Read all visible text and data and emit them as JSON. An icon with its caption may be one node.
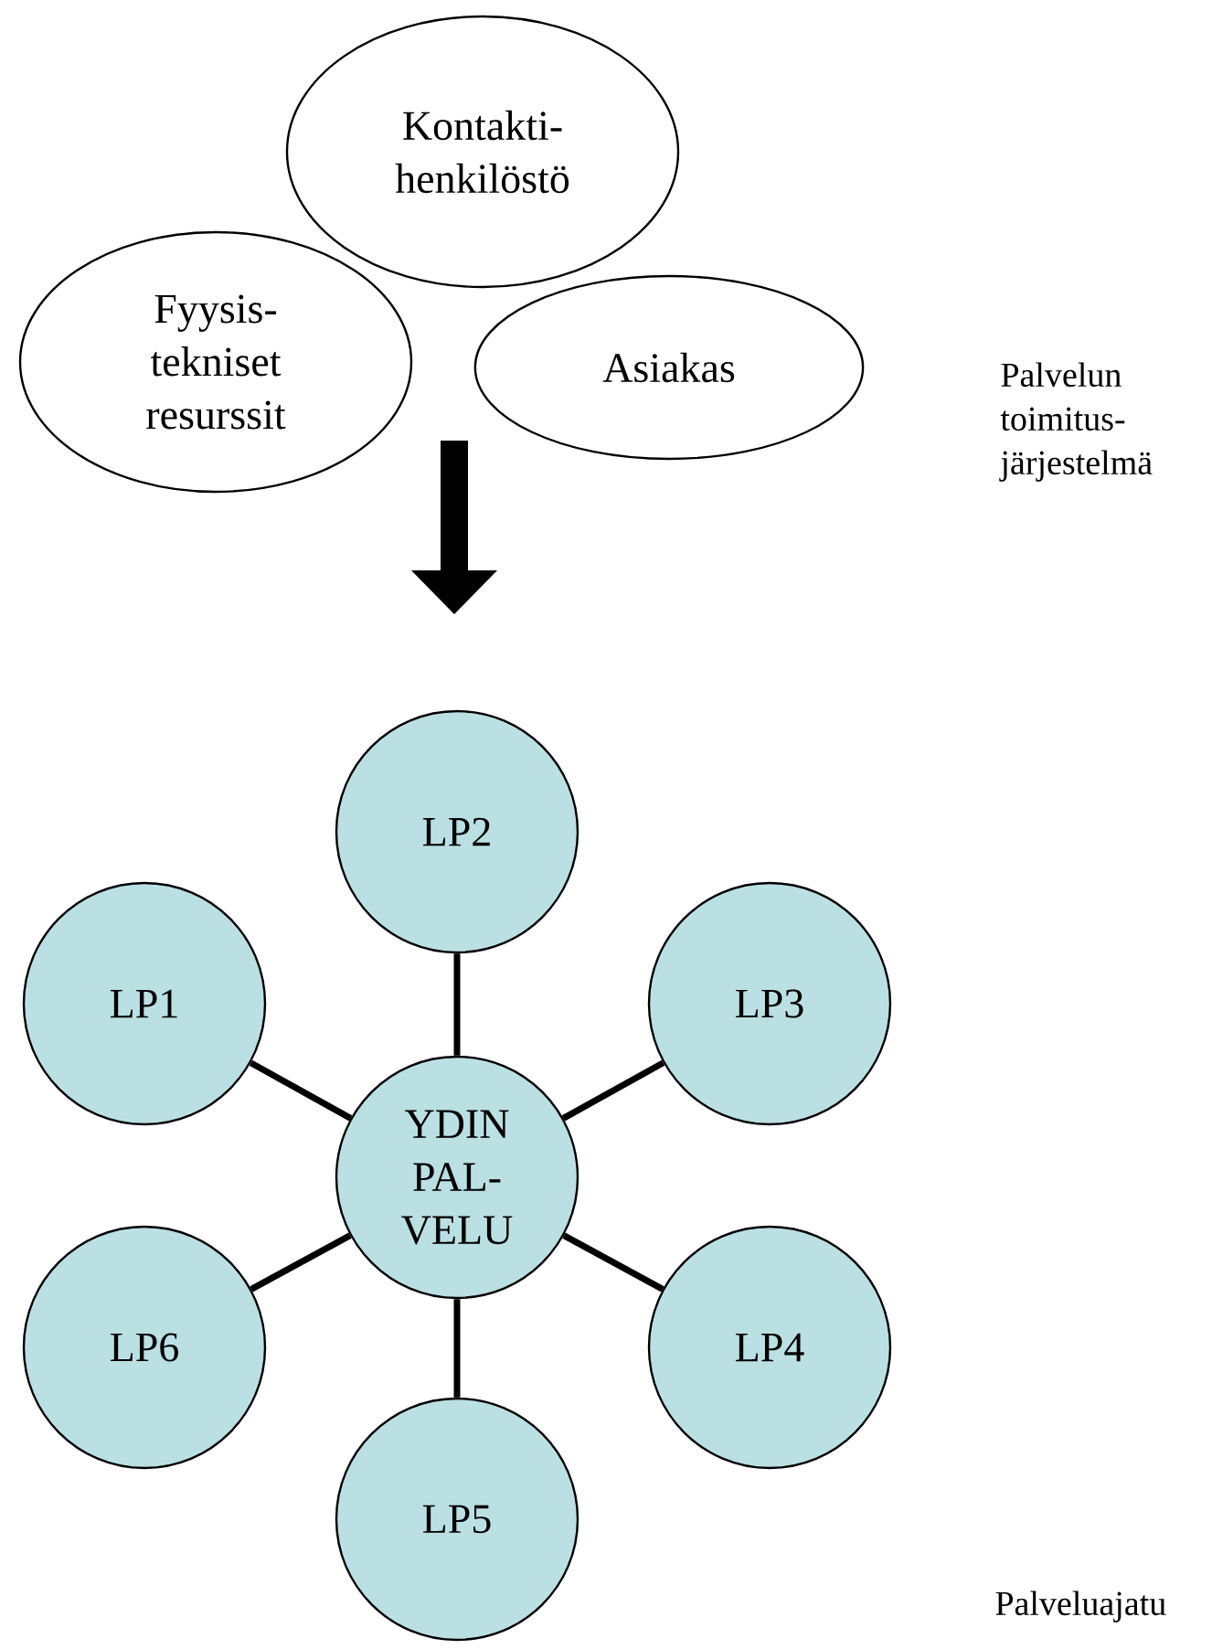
{
  "diagram": {
    "nodes": [
      {
        "text": [
          "Kontakti- henkilöstö"
        ]
      },
      {
        "text": [
          "Fyysis- tekniset resurssit"
        ]
      },
      {
        "text": [
          "Asiakas"
        ]
      },
      {
        "text": [
          "LP2"
        ]
      },
      {
        "text": [
          "LP1"
        ]
      },
      {
        "text": [
          "LP3"
        ]
      },
      {
        "text": [
          "YDIN PAL- VELU"
        ]
      },
      {
        "text": [
          "LP6"
        ]
      },
      {
        "text": [
          "LP4"
        ]
      },
      {
        "text": [
          "LP5"
        ]
      }
    ],
    "edges": [
      {
        "from": 6,
        "to": 3,
        "arrow": "none"
      },
      {
        "from": 6,
        "to": 4,
        "arrow": "none"
      },
      {
        "from": 6,
        "to": 5,
        "arrow": "none"
      },
      {
        "from": 6,
        "to": 7,
        "arrow": "none"
      },
      {
        "from": 6,
        "to": 8,
        "arrow": "none"
      },
      {
        "from": 6,
        "to": 9,
        "arrow": "none"
      }
    ],
    "labels": [
      "Palvelun toimitus- järjestelmä",
      "Palveluajatu"
    ]
  }
}
